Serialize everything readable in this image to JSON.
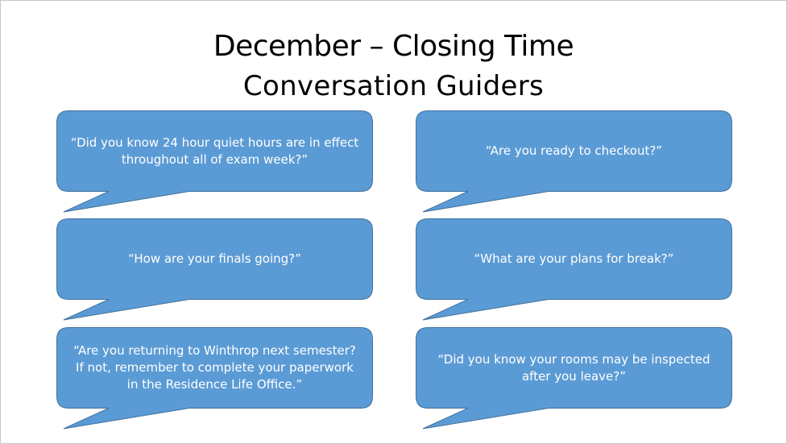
{
  "title": {
    "main": "December – Closing Time",
    "sub": "Conversation Guiders"
  },
  "colors": {
    "bubble_fill": "#5b9bd5",
    "bubble_stroke": "#41719c",
    "text": "#ffffff"
  },
  "bubbles": [
    {
      "text": "“Did you know 24 hour quiet hours are in effect\nthroughout all of exam week?”"
    },
    {
      "text": "“Are you ready to checkout?”"
    },
    {
      "text": "“How are your finals going?”"
    },
    {
      "text": "“What are your plans for break?”"
    },
    {
      "text": "“Are you returning to Winthrop next semester?\nIf not, remember to complete your paperwork\nin the Residence Life Office.”"
    },
    {
      "text": "“Did you know your rooms may be inspected\nafter you leave?”"
    }
  ]
}
